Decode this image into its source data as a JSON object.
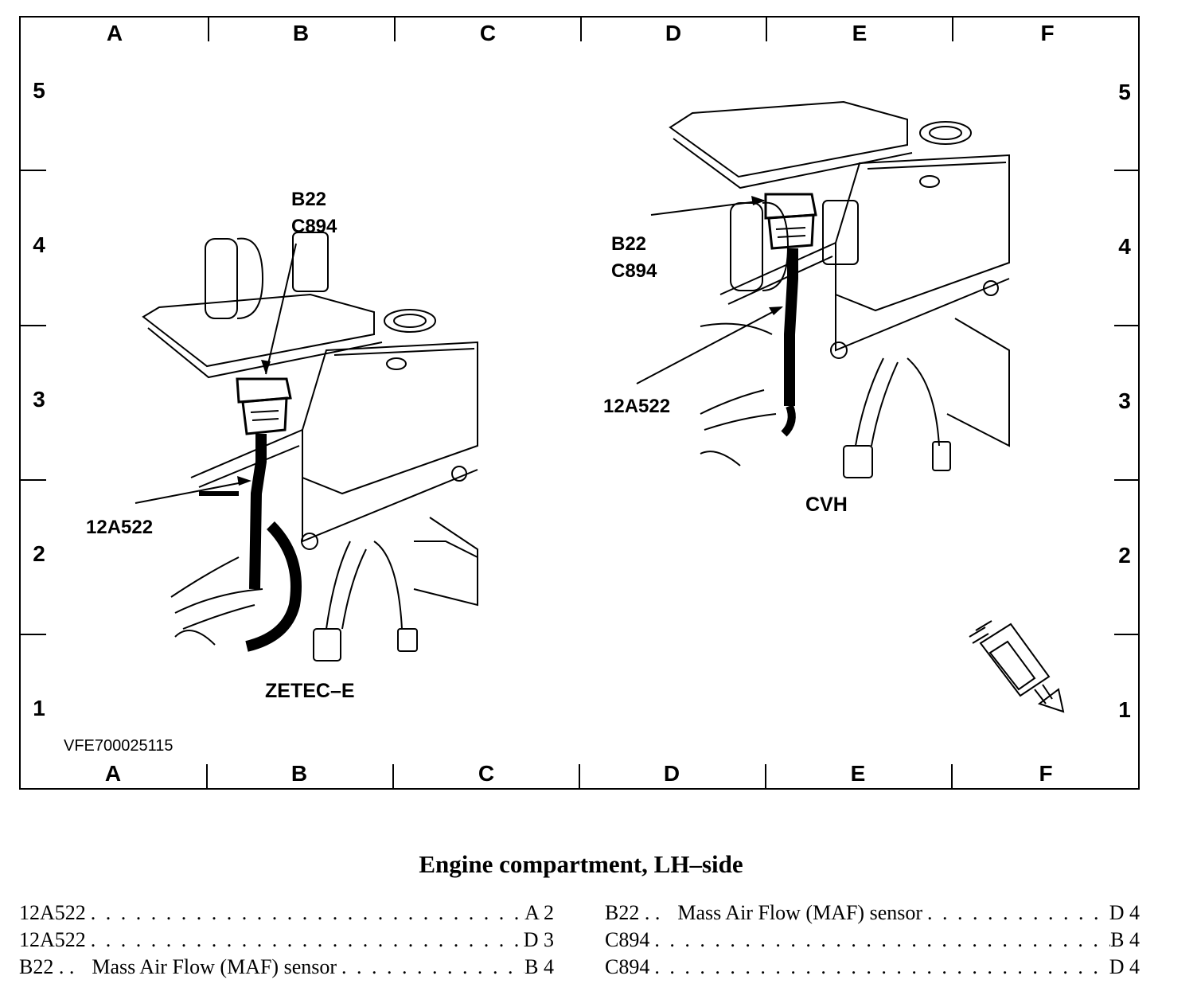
{
  "grid": {
    "columns": [
      "A",
      "B",
      "C",
      "D",
      "E",
      "F"
    ],
    "rows": [
      "5",
      "4",
      "3",
      "2",
      "1"
    ]
  },
  "figure_id": "VFE700025115",
  "views": [
    {
      "engine": "ZETEC–E",
      "callouts": {
        "connector": [
          "B22",
          "C894"
        ],
        "harness": "12A522"
      }
    },
    {
      "engine": "CVH",
      "callouts": {
        "connector": [
          "B22",
          "C894"
        ],
        "harness": "12A522"
      }
    }
  ],
  "icon": "connector-with-arrow-icon",
  "caption": "Engine compartment, LH–side",
  "component_index": {
    "left": [
      {
        "code": "12A522",
        "description": "",
        "location": "A 2"
      },
      {
        "code": "12A522",
        "description": "",
        "location": "D 3"
      },
      {
        "code": "B22 . .",
        "description": "Mass Air Flow (MAF) sensor",
        "location": "B 4"
      }
    ],
    "right": [
      {
        "code": "B22 . .",
        "description": "Mass Air Flow (MAF) sensor",
        "location": "D 4"
      },
      {
        "code": "C894",
        "description": "",
        "location": "B 4"
      },
      {
        "code": "C894",
        "description": "",
        "location": "D 4"
      }
    ]
  }
}
